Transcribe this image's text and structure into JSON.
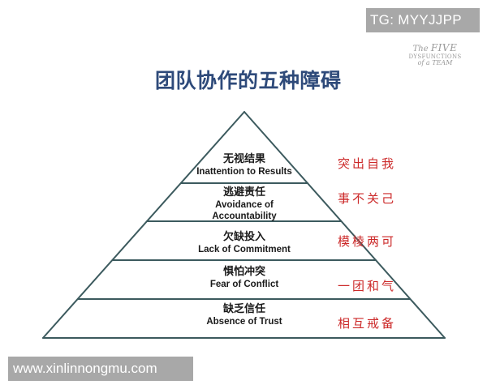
{
  "watermarks": {
    "top_right": "TG: MYYJJPP",
    "bottom_left": "www.xinlinnongmu.com"
  },
  "book_logo": {
    "line1_prefix": "The",
    "line1_main": "FIVE",
    "line2": "DYSFUNCTIONS",
    "line3": "of a TEAM"
  },
  "title": "团队协作的五种障碍",
  "colors": {
    "title": "#2e4a7a",
    "lines": "#3c5a5e",
    "notes": "#cc2a2a",
    "badge_bg": "#a8a8a8"
  },
  "pyramid": {
    "tiers": [
      {
        "cn": "无视结果",
        "en": "Inattention to Results",
        "note": "突出自我"
      },
      {
        "cn": "逃避责任",
        "en": "Avoidance of Accountability",
        "en_line1": "Avoidance of",
        "en_line2": "Accountability",
        "note": "事不关己"
      },
      {
        "cn": "欠缺投入",
        "en": "Lack of Commitment",
        "note": "模棱两可"
      },
      {
        "cn": "惧怕冲突",
        "en": "Fear of Conflict",
        "note": "一团和气"
      },
      {
        "cn": "缺乏信任",
        "en": "Absence of Trust",
        "note": "相互戒备"
      }
    ]
  }
}
